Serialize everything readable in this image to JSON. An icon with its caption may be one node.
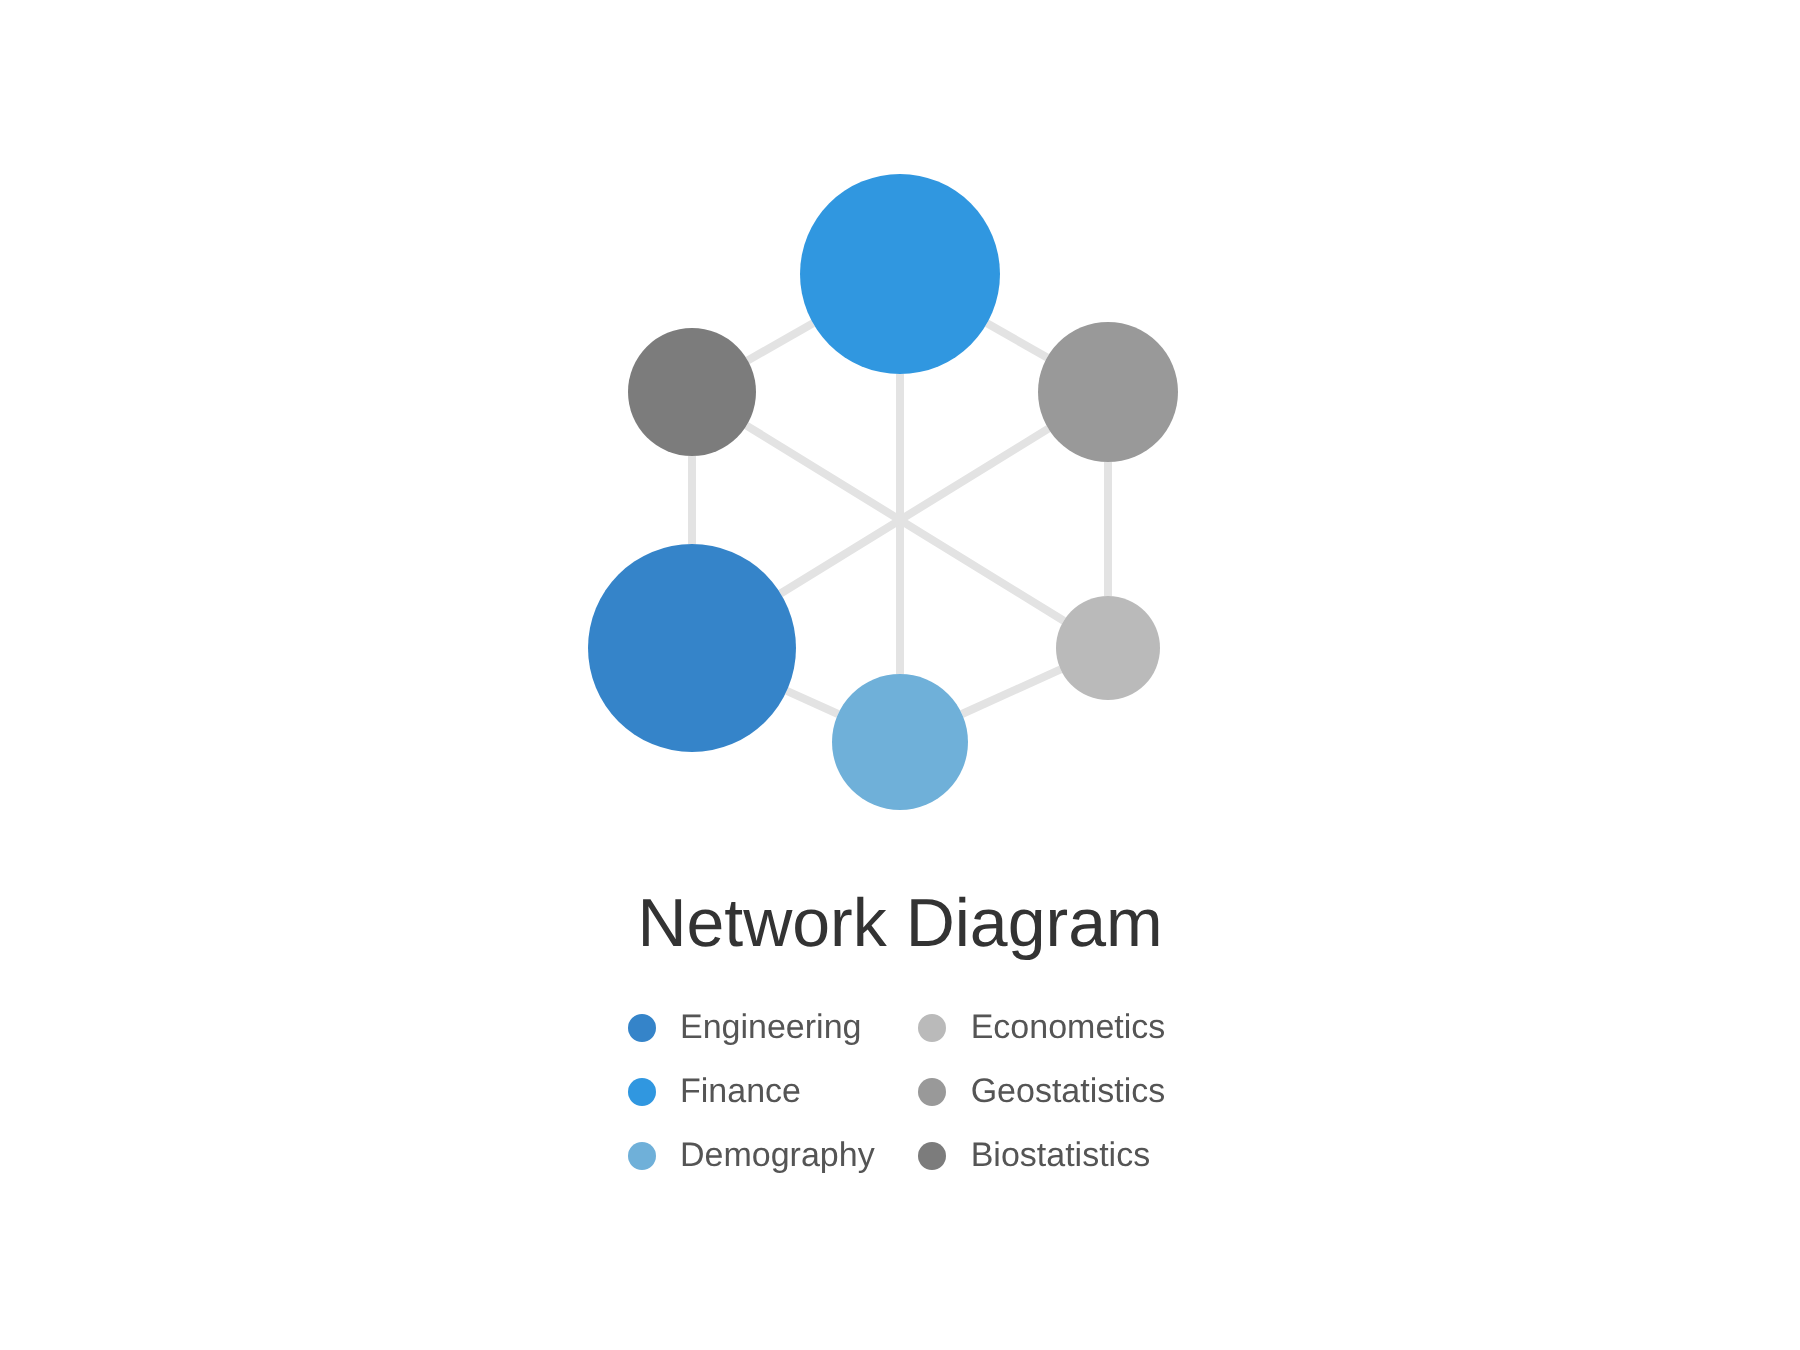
{
  "diagram": {
    "title": "Network Diagram",
    "nodes": [
      {
        "text": [],
        "shape": "circle"
      },
      {
        "text": [],
        "shape": "circle"
      },
      {
        "text": [],
        "shape": "circle"
      },
      {
        "text": [],
        "shape": "circle"
      },
      {
        "text": [],
        "shape": "circle"
      },
      {
        "text": [],
        "shape": "circle"
      }
    ],
    "edges": [
      {
        "from": 0,
        "to": 1,
        "arrow": "none"
      },
      {
        "from": 0,
        "to": 2,
        "arrow": "none"
      },
      {
        "from": 1,
        "to": 3,
        "arrow": "none"
      },
      {
        "from": 2,
        "to": 4,
        "arrow": "none"
      },
      {
        "from": 3,
        "to": 5,
        "arrow": "none"
      },
      {
        "from": 4,
        "to": 5,
        "arrow": "none"
      },
      {
        "from": 0,
        "to": 5,
        "arrow": "none"
      },
      {
        "from": 1,
        "to": 4,
        "arrow": "none"
      },
      {
        "from": 2,
        "to": 3,
        "arrow": "none"
      }
    ],
    "legend": [
      {
        "text": "Engineering",
        "color": "#3584c9"
      },
      {
        "text": "Finance",
        "color": "#3097e0"
      },
      {
        "text": "Demography",
        "color": "#6fb0d9"
      },
      {
        "text": "Econometics",
        "color": "#bababa"
      },
      {
        "text": "Geostatistics",
        "color": "#999999"
      },
      {
        "text": "Biostatistics",
        "color": "#7c7c7c"
      }
    ]
  }
}
